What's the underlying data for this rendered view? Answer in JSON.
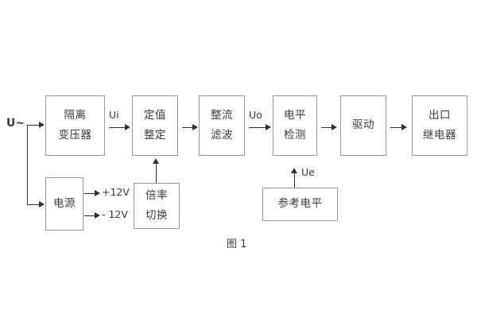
{
  "figure": {
    "caption": "图 1",
    "input_label": "U~",
    "blocks": [
      {
        "id": "isolation-transformer",
        "lines": [
          "隔离",
          "变压器"
        ]
      },
      {
        "id": "setting-value",
        "lines": [
          "定值",
          "整定"
        ]
      },
      {
        "id": "rectify-filter",
        "lines": [
          "整流",
          "滤波"
        ]
      },
      {
        "id": "level-detect",
        "lines": [
          "电平",
          "检测"
        ]
      },
      {
        "id": "drive",
        "lines": [
          "驱动"
        ]
      },
      {
        "id": "output-relay",
        "lines": [
          "出口",
          "继电器"
        ]
      },
      {
        "id": "power-supply",
        "lines": [
          "电源"
        ]
      },
      {
        "id": "multiplier-switch",
        "lines": [
          "倍率",
          "切换"
        ]
      },
      {
        "id": "reference-level",
        "lines": [
          "参考电平"
        ]
      }
    ],
    "signals": {
      "ui": "Ui",
      "uo": "Uo",
      "ue": "Ue",
      "plus12v": "+12V",
      "minus12v": "- 12V"
    },
    "colors": {
      "border": "#9a9a9a",
      "line": "#2f2f2f",
      "text": "#3a3a3a",
      "background": "#ffffff"
    }
  }
}
